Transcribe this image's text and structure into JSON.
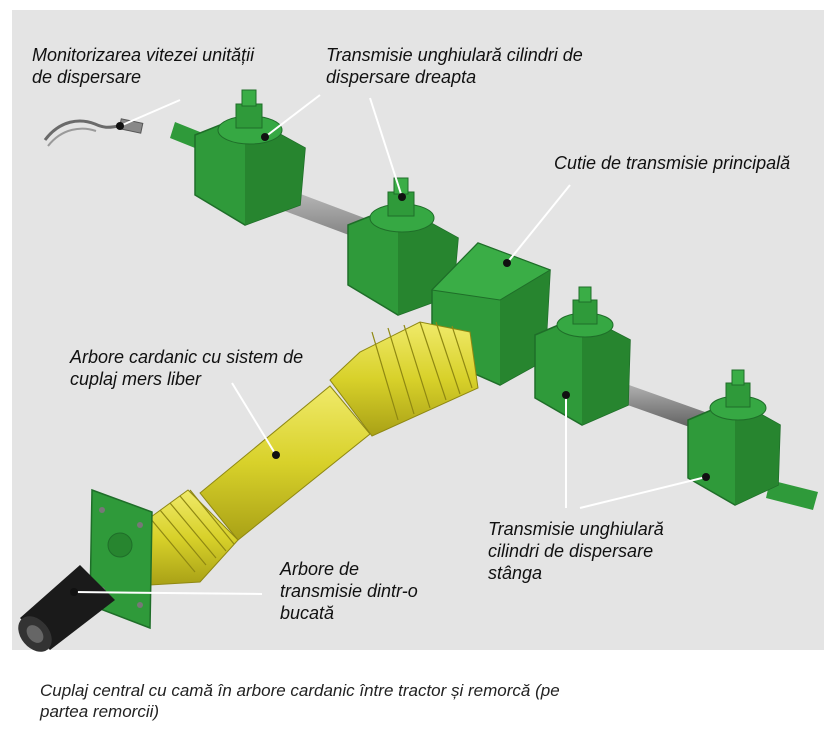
{
  "labels": {
    "speed_monitor": "Monitorizarea vitezei unității de dispersare",
    "angle_right": "Transmisie unghiulară cilindri de dispersare dreapta",
    "main_gearbox": "Cutie de transmisie principală",
    "cardan_shaft": "Arbore cardanic cu sistem de cuplaj mers liber",
    "angle_left": "Transmisie unghiulară cilindri de dispersare stânga",
    "one_piece_shaft": "Arbore de transmisie dintr-o bucată"
  },
  "caption": "Cuplaj central cu camă în arbore cardanic între tractor și remorcă (pe partea remorcii)",
  "colors": {
    "background": "#e4e4e4",
    "gearbox_green": "#2f9a3a",
    "gearbox_dark": "#1f6e29",
    "cardan_yellow": "#d8d12a",
    "shaft_grey": "#8a8a8a"
  }
}
